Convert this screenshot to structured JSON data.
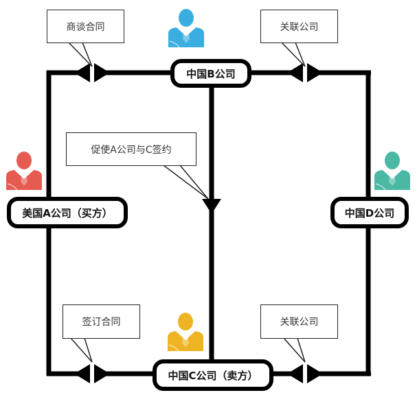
{
  "nodes": {
    "b": {
      "label": "中国B公司",
      "color": "#3aaee0"
    },
    "a": {
      "label": "美国A公司（买方）",
      "color": "#e55b52"
    },
    "d": {
      "label": "中国D公司",
      "color": "#4ab8a2"
    },
    "c": {
      "label": "中国C公司（卖方）",
      "color": "#eeb423"
    }
  },
  "callouts": {
    "top_left": "商谈合同",
    "top_right": "关联公司",
    "center": "促使A公司与C签约",
    "bottom_left": "签订合同",
    "bottom_right": "关联公司"
  },
  "icons": {
    "person": "person-icon",
    "arrow": "double-arrow-icon"
  }
}
